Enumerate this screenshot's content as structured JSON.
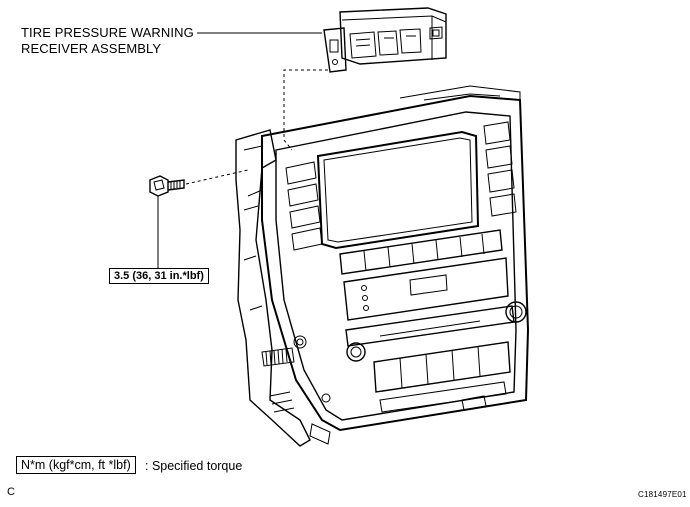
{
  "callouts": {
    "receiver_line1": "TIRE PRESSURE WARNING",
    "receiver_line2": "RECEIVER ASSEMBLY",
    "torque_spec": "3.5 (36, 31 in.*lbf)"
  },
  "legend": {
    "unit_box": "N*m (kgf*cm, ft *lbf)",
    "meaning": ": Specified torque"
  },
  "footer": {
    "section_letter": "C",
    "figure_code": "C181497E01"
  }
}
